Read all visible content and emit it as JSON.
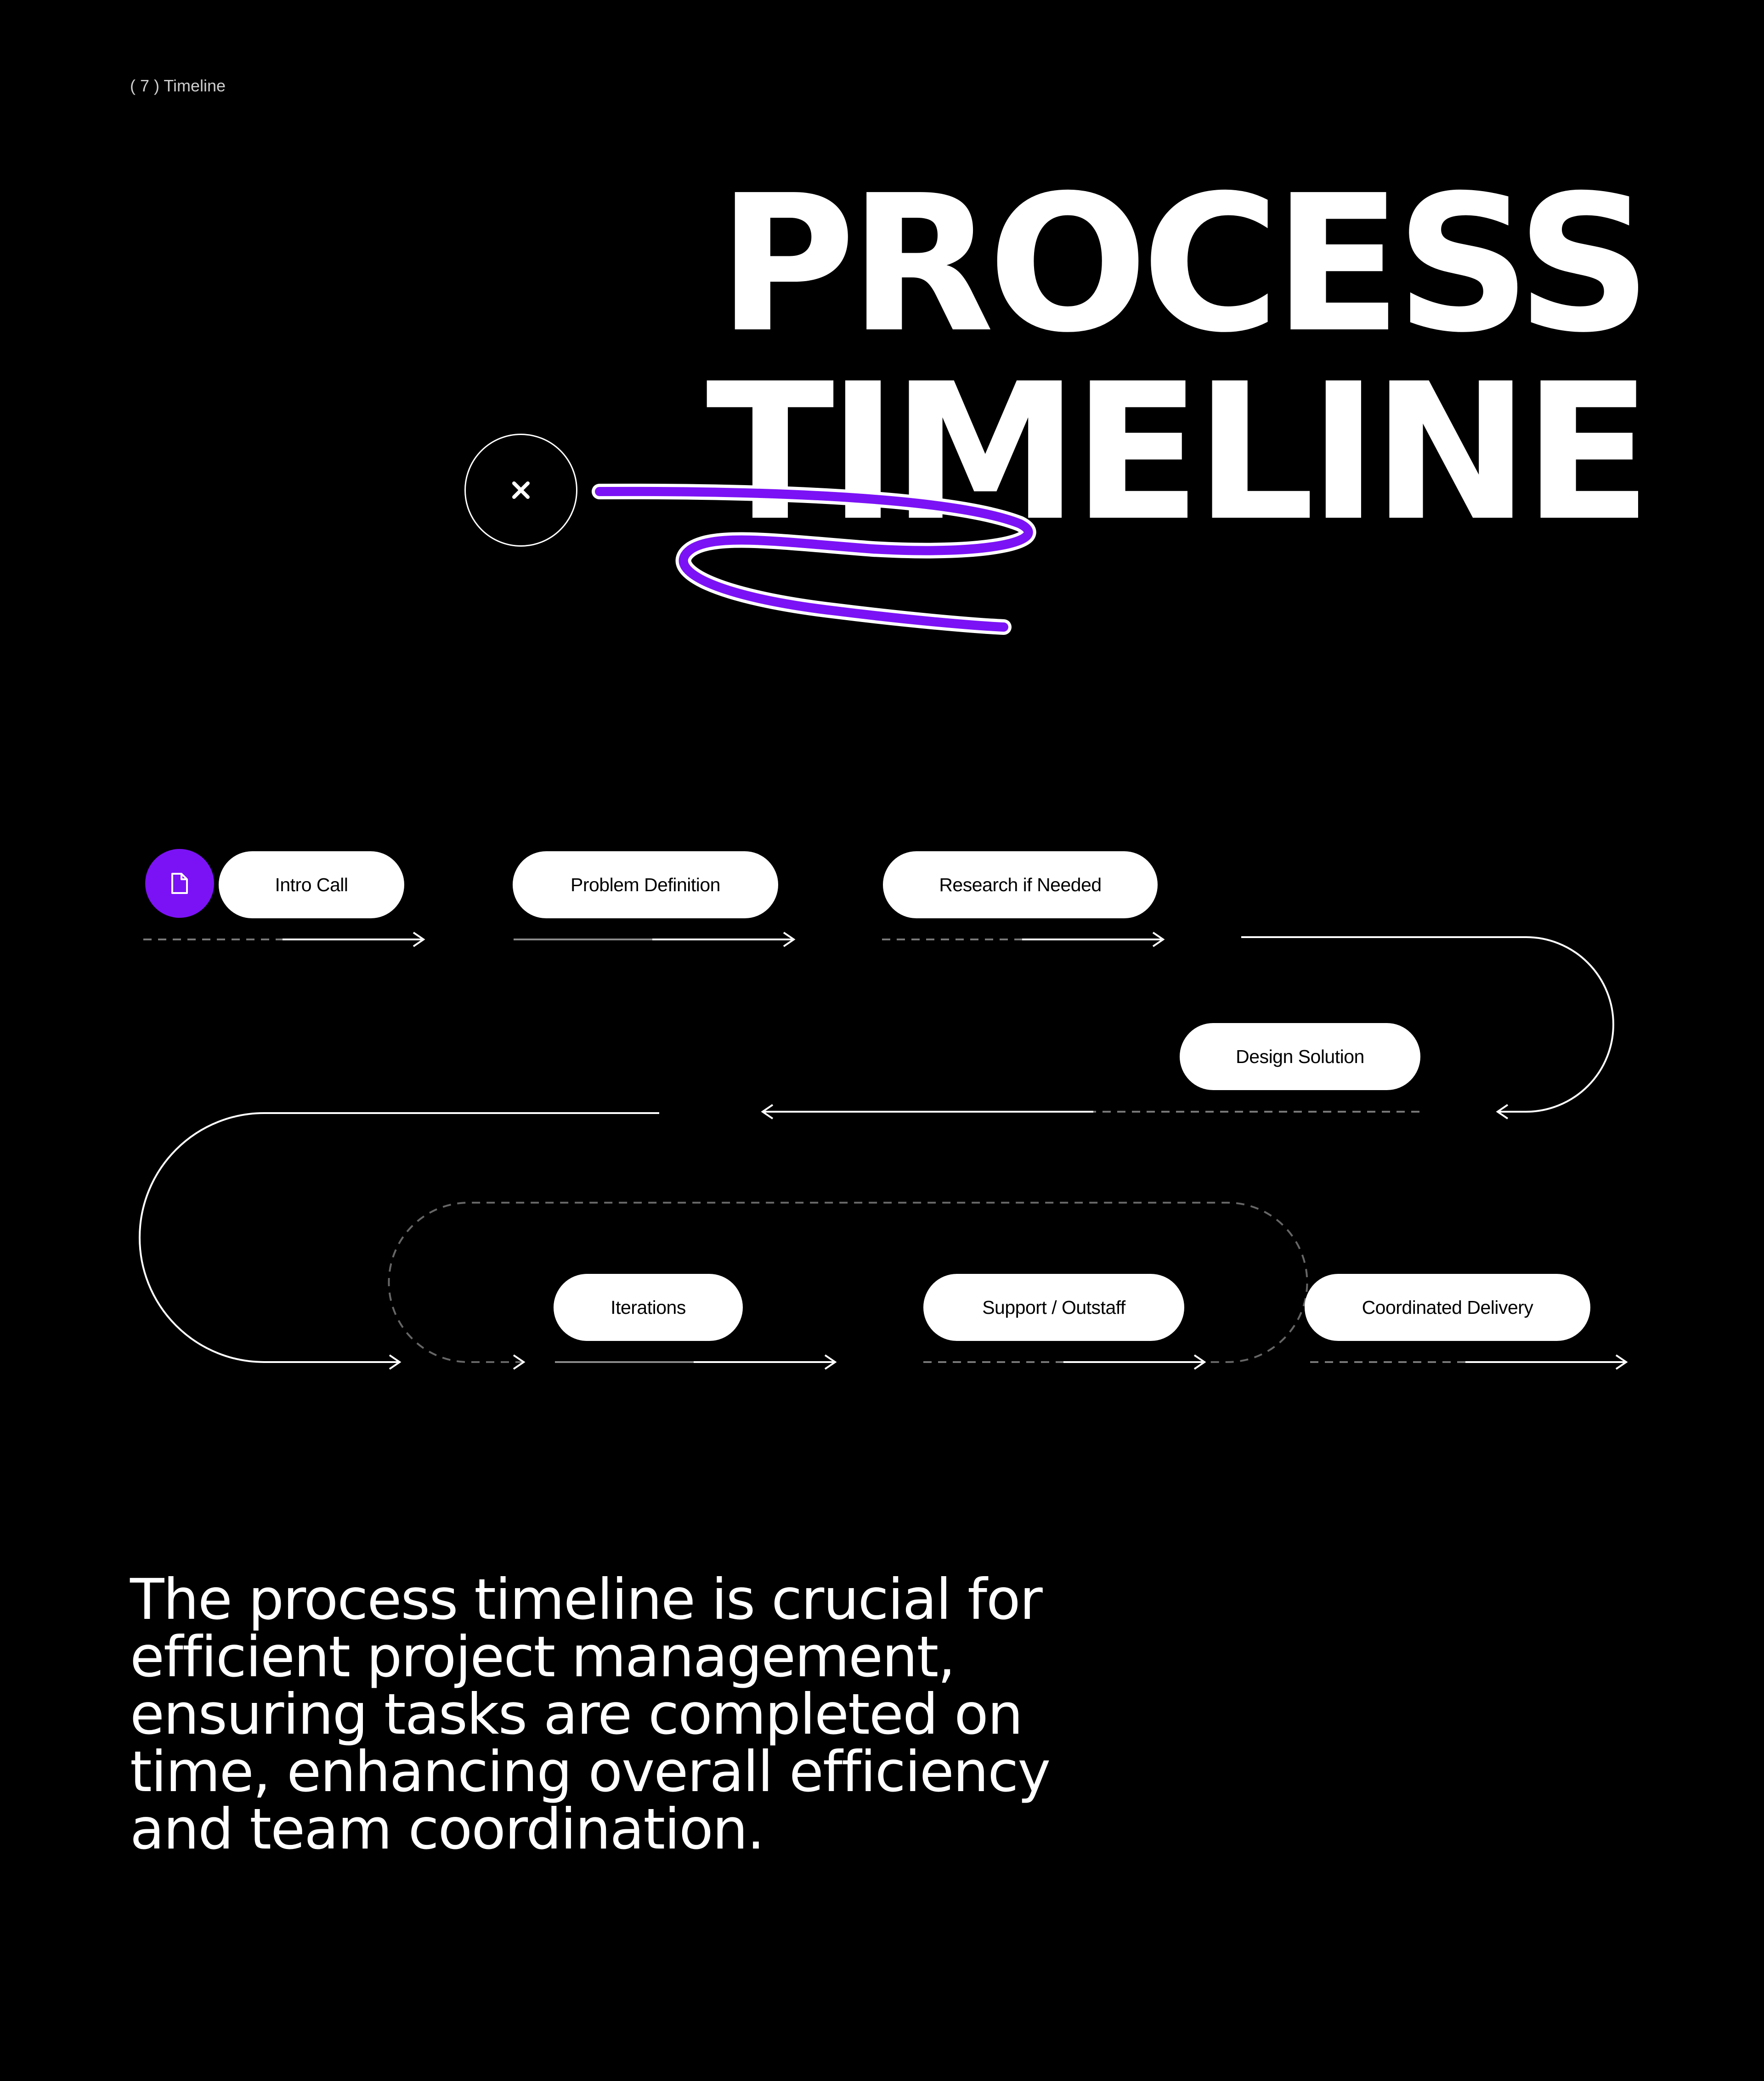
{
  "section": {
    "label": "( 7 ) Timeline"
  },
  "hero": {
    "title_line1": "PROCESS",
    "title_line2": "TIMELINE"
  },
  "colors": {
    "accent": "#7b12f5",
    "background": "#000000",
    "foreground": "#ffffff"
  },
  "icons": {
    "close": "close-icon",
    "document": "document-icon"
  },
  "steps": [
    {
      "label": "Intro Call"
    },
    {
      "label": "Problem Definition"
    },
    {
      "label": "Research if Needed"
    },
    {
      "label": "Design Solution"
    },
    {
      "label": "Iterations"
    },
    {
      "label": "Support / Outstaff"
    },
    {
      "label": "Coordinated Delivery"
    }
  ],
  "description": "The process timeline is crucial for efficient project management, ensuring tasks are completed on time, enhancing overall efficiency and team coordination."
}
